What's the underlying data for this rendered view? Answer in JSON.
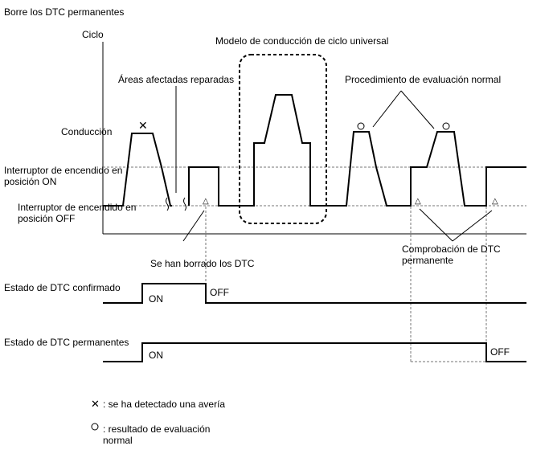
{
  "title": "Borre los DTC permanentes",
  "axis_label": "Ciclo",
  "labels": {
    "universal_cycle": "Modelo de conducción de ciclo universal",
    "repaired": "Áreas afectadas reparadas",
    "normal_procedure": "Procedimiento de evaluación normal",
    "driving": "Conducción",
    "ign_on": "Interruptor de encendido en posición ON",
    "ign_off": "Interruptor de encendido en posición OFF",
    "cleared": "Se han borrado los DTC",
    "check_perm": "Comprobación de DTC permanente"
  },
  "confirmed": {
    "label": "Estado de DTC confirmado",
    "on": "ON",
    "off": "OFF"
  },
  "permanent": {
    "label": "Estado de DTC permanentes",
    "on": "ON",
    "off": "OFF"
  },
  "legend": {
    "cross": ": se ha detectado una avería",
    "circle": ": resultado de evaluación normal"
  }
}
